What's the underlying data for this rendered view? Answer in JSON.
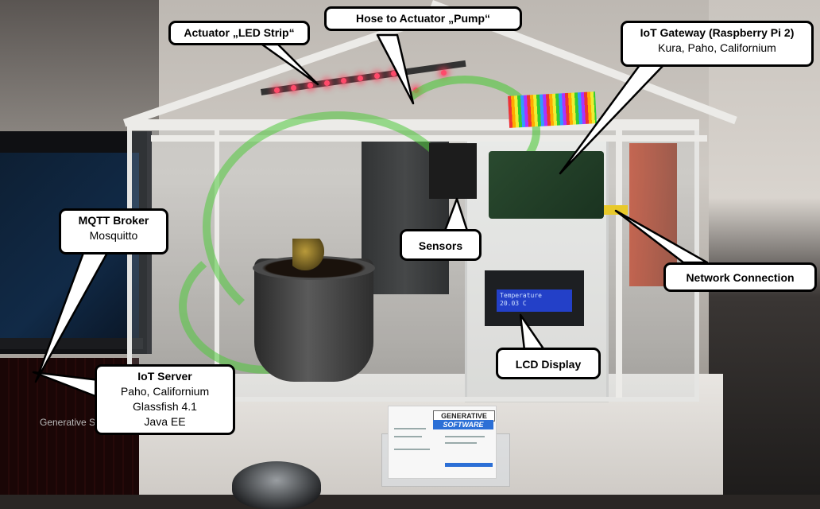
{
  "callouts": {
    "led_strip": {
      "title": "Actuator „LED Strip“"
    },
    "pump": {
      "title": "Hose to Actuator „Pump“"
    },
    "gateway": {
      "title": "IoT Gateway (Raspberry Pi 2)",
      "lines": [
        "Kura, Paho, Californium"
      ]
    },
    "broker": {
      "title": "MQTT Broker",
      "lines": [
        "Mosquitto"
      ]
    },
    "sensors": {
      "title": "Sensors"
    },
    "network": {
      "title": "Network Connection"
    },
    "lcd": {
      "title": "LCD Display"
    },
    "server": {
      "title": "IoT Server",
      "lines": [
        "Paho, Californium",
        "Glassfish 4.1",
        "Java EE"
      ]
    }
  },
  "lcd_screen": {
    "line1": "Temperature",
    "line2": "20.03 C"
  },
  "business_card": {
    "logo_top": "GENERATIVE",
    "logo_bottom": "SOFTWARE"
  },
  "laptop": {
    "screen_text": "Generative S"
  },
  "colors": {
    "callout_fill": "#ffffff",
    "callout_border": "#000000",
    "lcd_blue": "#2340c8",
    "led_red": "#ff4a6a",
    "hose_green": "#50c83c"
  }
}
